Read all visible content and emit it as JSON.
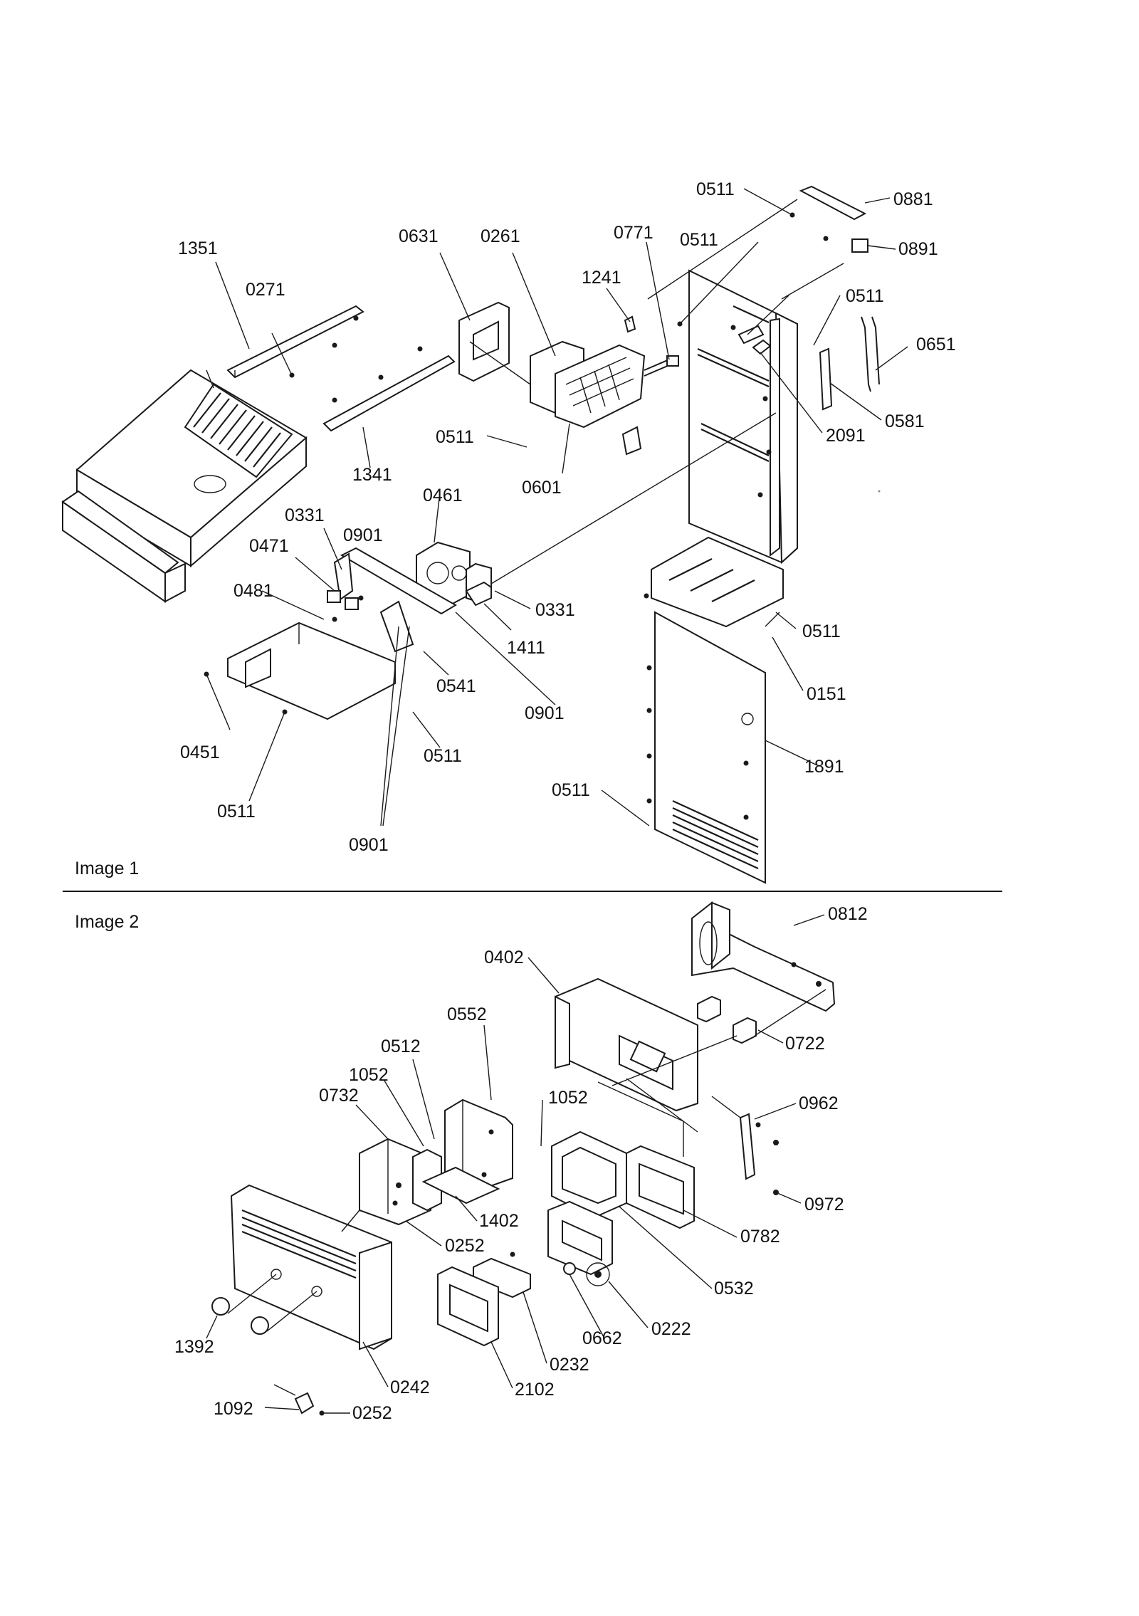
{
  "sections": {
    "image1": {
      "caption": "Image 1"
    },
    "image2": {
      "caption": "Image 2"
    }
  },
  "callouts": {
    "image1": [
      "0511",
      "0881",
      "0771",
      "0511",
      "0891",
      "1351",
      "0631",
      "0261",
      "1241",
      "0271",
      "0511",
      "0651",
      "2091",
      "0581",
      "0511",
      "0601",
      "1341",
      "0461",
      "0331",
      "0901",
      "0471",
      "0481",
      "0331",
      "1411",
      "0511",
      "0151",
      "0541",
      "0901",
      "0451",
      "0511",
      "1891",
      "0511",
      "0511",
      "0901"
    ],
    "image2": [
      "0812",
      "0402",
      "0552",
      "0722",
      "0512",
      "1052",
      "0732",
      "1052",
      "0962",
      "0972",
      "1402",
      "0252",
      "0782",
      "0532",
      "0222",
      "1392",
      "0662",
      "0232",
      "0242",
      "2102",
      "1092",
      "0252"
    ]
  }
}
